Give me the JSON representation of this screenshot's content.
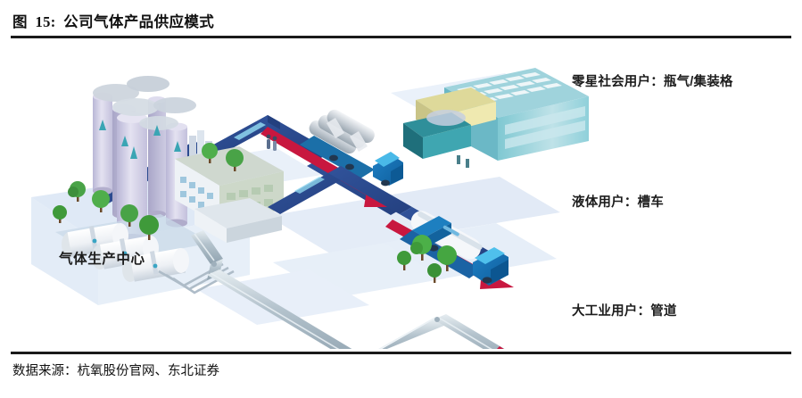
{
  "figure": {
    "label": "图",
    "number": "15:",
    "title": "公司气体产品供应模式",
    "source": "数据来源：杭氧股份官网、东北证券"
  },
  "diagram": {
    "center_label": "气体生产中心",
    "callouts": [
      {
        "id": "retail",
        "text": "零星社会用户：瓶气/集装格"
      },
      {
        "id": "liquid",
        "text": "液体用户：槽车"
      },
      {
        "id": "pipeline",
        "text": "大工业用户：管道"
      }
    ],
    "elements": {
      "plant_towers": "distillation-towers",
      "plant_building": "plant-office-building",
      "storage_tanks": "horizontal-storage-tanks",
      "cylinder_truck": "gas-cylinder-truck",
      "tanker_truck": "liquid-tanker-truck",
      "factory": "industrial-factory-building",
      "pipeline": "gas-pipeline",
      "road": "transport-road"
    },
    "colors": {
      "ground_panel": "#dce7f5",
      "road_dark": "#2b4b8f",
      "road_mid": "#3a63ae",
      "arrow_red": "#c8173f",
      "pipe_silver": "#b9c7cf",
      "tree_green": "#3f9a3a",
      "tank_white": "#f2f4f7",
      "building_teal": "#2f8f9a",
      "tower_lilac": "#cfcde4",
      "rule_black": "#1a1a1a",
      "text_dark": "#1c1c1c"
    }
  }
}
